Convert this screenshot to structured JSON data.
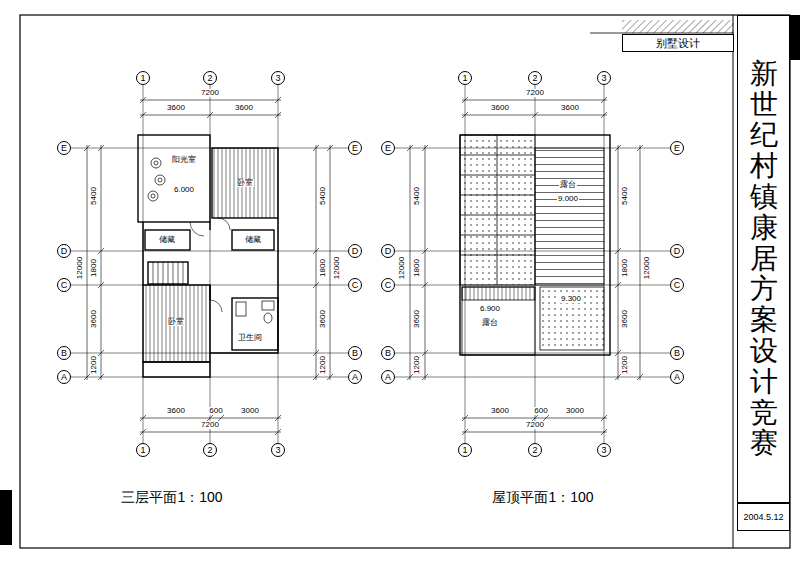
{
  "diagram": {
    "nodes": [
      {
        "text": [
          "别墅设计"
        ]
      },
      {
        "text": [
          "1"
        ]
      },
      {
        "text": [
          "2"
        ]
      },
      {
        "text": [
          "3"
        ]
      },
      {
        "text": [
          "E"
        ]
      },
      {
        "text": [
          "D"
        ]
      },
      {
        "text": [
          "C"
        ]
      },
      {
        "text": [
          "B"
        ]
      },
      {
        "text": [
          "A"
        ]
      },
      {
        "text": [
          "E"
        ]
      },
      {
        "text": [
          "D"
        ]
      },
      {
        "text": [
          "C"
        ]
      },
      {
        "text": [
          "B"
        ]
      },
      {
        "text": [
          "A"
        ]
      },
      {
        "text": [
          "1"
        ]
      },
      {
        "text": [
          "2"
        ]
      },
      {
        "text": [
          "3"
        ]
      },
      {
        "text": [
          "1"
        ]
      },
      {
        "text": [
          "2"
        ]
      },
      {
        "text": [
          "3"
        ]
      },
      {
        "text": [
          "E"
        ]
      },
      {
        "text": [
          "D"
        ]
      },
      {
        "text": [
          "C"
        ]
      },
      {
        "text": [
          "B"
        ]
      },
      {
        "text": [
          "A"
        ]
      },
      {
        "text": [
          "E"
        ]
      },
      {
        "text": [
          "D"
        ]
      },
      {
        "text": [
          "C"
        ]
      },
      {
        "text": [
          "B"
        ]
      },
      {
        "text": [
          "A"
        ]
      },
      {
        "text": [
          "1"
        ]
      },
      {
        "text": [
          "2"
        ]
      },
      {
        "text": [
          "3"
        ]
      },
      {
        "text": [
          "新世纪村镇康居方案设计竞赛"
        ]
      },
      {
        "text": [
          "2004.5.12"
        ]
      }
    ],
    "labels": [
      "7200",
      "3600",
      "3600",
      "5400",
      "1800",
      "3600",
      "1200",
      "12000",
      "5400",
      "1800",
      "3600",
      "1200",
      "12000",
      "3600",
      "600",
      "3000",
      "7200",
      "阳光室",
      "6.000",
      "卧室",
      "储藏",
      "储藏",
      "卧室",
      "卫生间",
      "7200",
      "3600",
      "3600",
      "5400",
      "1800",
      "3600",
      "1200",
      "12000",
      "5400",
      "1800",
      "3600",
      "1200",
      "12000",
      "3600",
      "600",
      "3000",
      "7200",
      "露台",
      "9.000",
      "6.900",
      "露台",
      "9.300",
      "三层平面1：100",
      "屋顶平面1：100"
    ]
  }
}
